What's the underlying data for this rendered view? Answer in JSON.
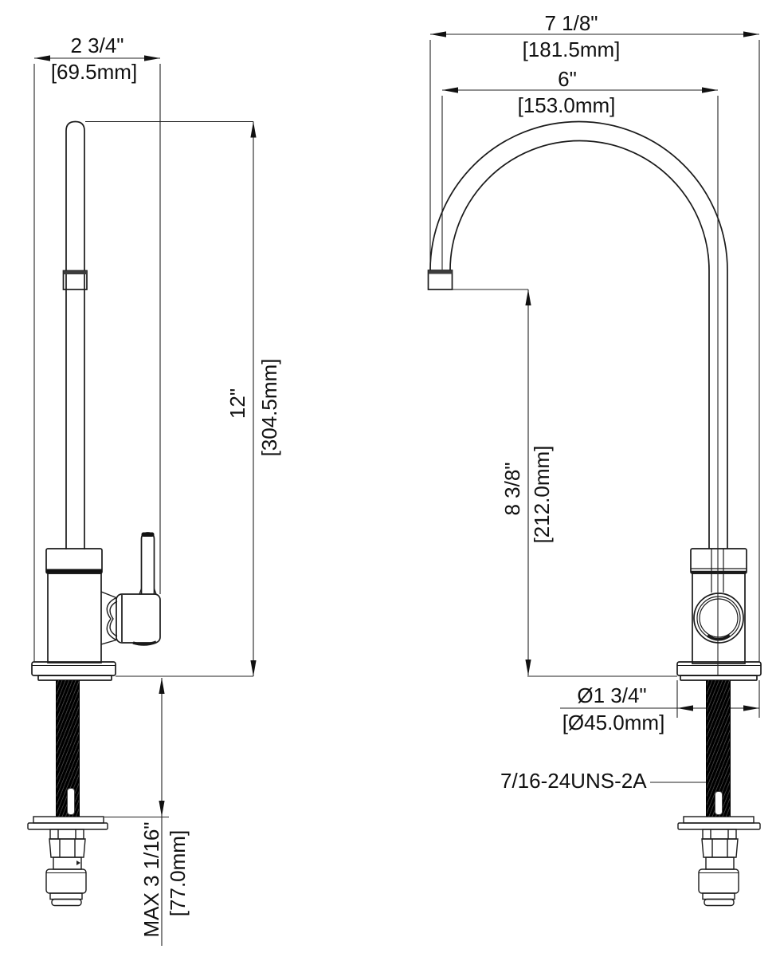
{
  "drawing": {
    "description": "faucet-dimension-drawing",
    "colors": {
      "line": "#1a1a1a",
      "background": "#ffffff",
      "thread_fill": "#000000"
    },
    "side_view": {
      "dims": {
        "base_width": {
          "inches": "2 3/4\"",
          "metric": "[69.5mm]"
        },
        "overall_height": {
          "inches": "12\"",
          "metric": "[304.5mm]"
        },
        "max_counter_thickness": {
          "inches": "MAX 3 1/16\"",
          "metric": "[77.0mm]"
        }
      }
    },
    "front_view": {
      "dims": {
        "overall_reach": {
          "inches": "7 1/8\"",
          "metric": "[181.5mm]"
        },
        "spout_reach": {
          "inches": "6\"",
          "metric": "[153.0mm]"
        },
        "spout_height": {
          "inches": "8 3/8\"",
          "metric": "[212.0mm]"
        },
        "base_diameter": {
          "inches": "Ø1 3/4\"",
          "metric": "[Ø45.0mm]"
        },
        "shank_thread": {
          "label": "7/16-24UNS-2A"
        }
      }
    }
  }
}
